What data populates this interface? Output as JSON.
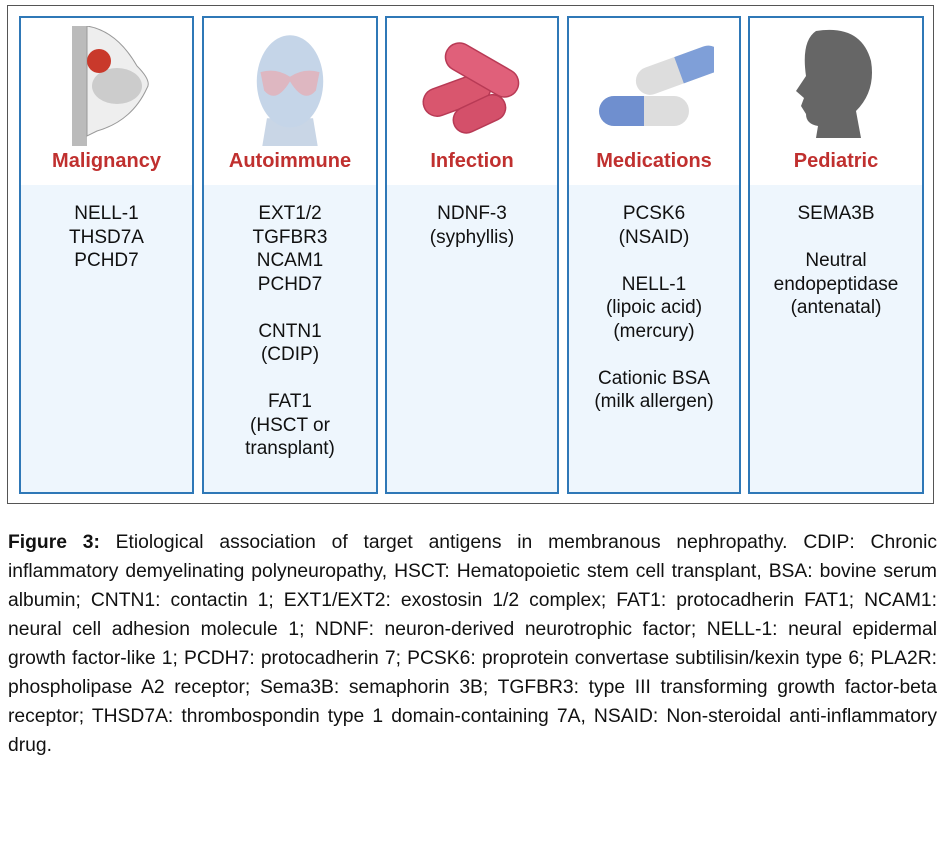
{
  "panels": [
    {
      "title": "Malignancy",
      "icon": "breast-tumor-icon",
      "lines": [
        "NELL-1",
        "THSD7A",
        "PCHD7"
      ]
    },
    {
      "title": "Autoimmune",
      "icon": "head-rash-icon",
      "lines": [
        "EXT1/2",
        "TGFBR3",
        "NCAM1",
        "PCHD7",
        "",
        "CNTN1",
        "(CDIP)",
        "",
        "FAT1",
        "(HSCT or",
        "transplant)"
      ]
    },
    {
      "title": "Infection",
      "icon": "bacteria-icon",
      "lines": [
        "NDNF-3",
        "(syphyllis)"
      ]
    },
    {
      "title": "Medications",
      "icon": "pills-icon",
      "lines": [
        "PCSK6",
        "(NSAID)",
        "",
        "NELL-1",
        "(lipoic acid)",
        "(mercury)",
        "",
        "Cationic BSA",
        "(milk allergen)"
      ]
    },
    {
      "title": "Pediatric",
      "icon": "child-head-icon",
      "lines": [
        "SEMA3B",
        "",
        "Neutral",
        "endopeptidase",
        "(antenatal)"
      ]
    }
  ],
  "caption": {
    "label": "Figure 3:",
    "text": " Etiological association of target antigens in membranous nephropathy. CDIP: Chronic inflammatory demyelinating polyneuropathy, HSCT: Hematopoietic stem cell transplant, BSA: bovine serum albumin; CNTN1: contactin 1; EXT1/EXT2: exostosin 1/2 complex; FAT1: protocadherin FAT1; NCAM1: neural cell adhesion molecule 1; NDNF: neuron-derived neurotrophic factor; NELL-1: neural epidermal growth factor-like 1; PCDH7: protocadherin 7; PCSK6: proprotein convertase subtilisin/kexin type 6; PLA2R: phospholipase A2 receptor; Sema3B: semaphorin 3B; TGFBR3: type III transforming growth factor-beta receptor; THSD7A: thrombospondin type 1 domain-containing 7A, NSAID: Non-steroidal anti-inflammatory drug."
  },
  "colors": {
    "title": "#c0302f",
    "border": "#2f78b7",
    "panel_bg": "#eef6fd"
  }
}
